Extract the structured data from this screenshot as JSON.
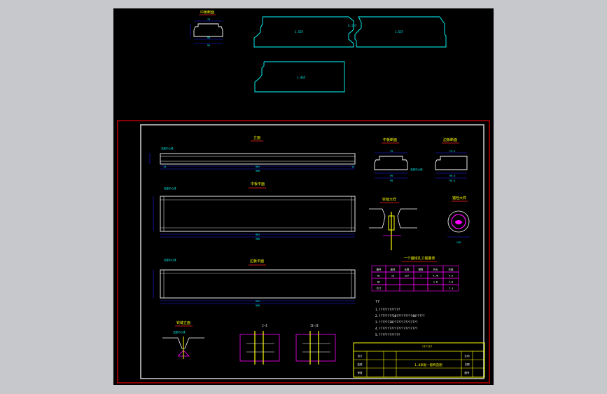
{
  "viewport": {
    "background": "#000000"
  },
  "colors": {
    "outline": "#ffffff",
    "dim": "#2222ff",
    "title": "#ffff00",
    "cyan": "#00ffff",
    "magenta": "#ff00ff",
    "red": "#ff2020",
    "frame": "#cc0000",
    "tblframe": "#ffff00"
  },
  "top_section": {
    "label": "中板断面",
    "beam_a_value": "1.537",
    "beam_b_value": "1.537",
    "beam_c_value": "1.465",
    "gap_value": "4.157"
  },
  "views": {
    "elevation_title": "立面",
    "mid_plan_title": "中板平面",
    "edge_plan_title": "边板平面",
    "mid_section_title": "中板断面",
    "edge_section_title": "边板断面",
    "hinge_detail_title": "铰缝大样",
    "anchor_detail_title": "锚栓大样",
    "support_title": "铰缝立面",
    "note_left": "支座中心线",
    "dim_length": "992",
    "dim_total": "996",
    "dim_end": "14",
    "section_label_a": "I—I",
    "section_label_b": "II—II"
  },
  "quantity_table": {
    "title": "一个锚栓孔工程量表",
    "rows": [
      [
        "编号",
        "直径",
        "长度",
        "根数",
        "共长",
        "共重"
      ],
      [
        "N1",
        "16",
        "257",
        "7",
        "4.78",
        "4.6"
      ],
      [
        "N2",
        "",
        "",
        "",
        "1.8",
        "1.8"
      ],
      [
        "合计",
        "",
        "",
        "",
        "",
        "7.3"
      ]
    ]
  },
  "notes": {
    "heading": "??",
    "lines": [
      "1.????????????",
      "2.????????30?????????40?????",
      "3.??????30??????????????",
      "4.??????????????????????",
      "5.????????????"
    ]
  },
  "title_block": {
    "project": "??????",
    "drawing_title": "1.0米板一般构造图",
    "cells": [
      "设计",
      "复核",
      "审核",
      "比例",
      "日期",
      "图号"
    ]
  }
}
